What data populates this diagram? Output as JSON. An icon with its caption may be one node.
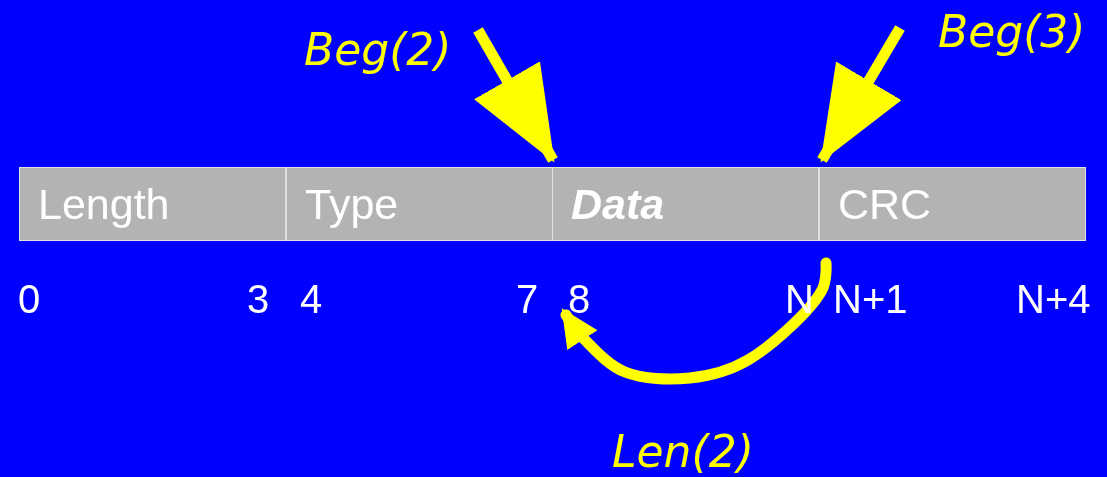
{
  "diagram": {
    "nodes": [
      {
        "text": [
          "Length"
        ]
      },
      {
        "text": [
          "Type"
        ]
      },
      {
        "text": [
          "Data"
        ]
      },
      {
        "text": [
          "CRC"
        ]
      },
      {
        "text": [
          "Beg(2)"
        ]
      },
      {
        "text": [
          "Beg(3)"
        ]
      },
      {
        "text": [
          "8"
        ]
      },
      {
        "text": [
          "N"
        ]
      }
    ],
    "edges": [
      {
        "from": 4,
        "to": 2,
        "arrow": "to"
      },
      {
        "from": 5,
        "to": 3,
        "arrow": "to"
      },
      {
        "from": 7,
        "to": 6,
        "arrow": "to",
        "label": "Len(2)"
      }
    ],
    "labels": [
      "0",
      "3",
      "4",
      "7",
      "N+1",
      "N+4"
    ]
  }
}
